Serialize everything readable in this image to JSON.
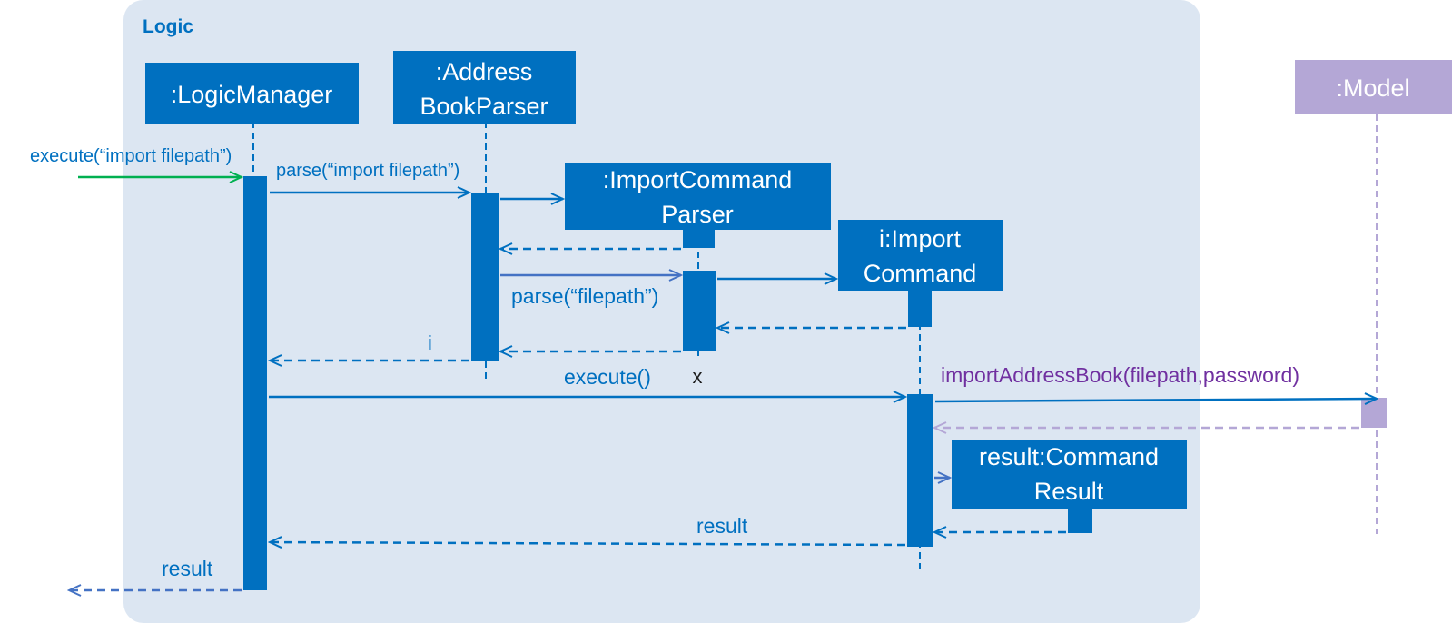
{
  "frame": {
    "title": "Logic"
  },
  "participants": {
    "logic_manager": {
      "label": ":LogicManager"
    },
    "address_book_parser": {
      "line1": ":Address",
      "line2": "BookParser"
    },
    "import_command_parser": {
      "line1": ":ImportCommand",
      "line2": "Parser"
    },
    "import_command": {
      "line1": "i:Import",
      "line2": "Command"
    },
    "command_result": {
      "line1": "result:Command",
      "line2": "Result"
    },
    "model": {
      "label": ":Model"
    }
  },
  "messages": {
    "execute_import": "execute(“import filepath”)",
    "parse_import": "parse(“import filepath”)",
    "parse_filepath": "parse(“filepath”)",
    "return_i": "i",
    "destroy_marker": "x",
    "execute_call": "execute()",
    "import_address_book": "importAddressBook(filepath,password)",
    "return_result_inner": "result",
    "return_result_outer": "result"
  },
  "colors": {
    "frame_bg": "#dce6f2",
    "primary": "#0070c0",
    "model": "#b4a7d6",
    "model_call": "#7030a0",
    "entry_arrow": "#00b050",
    "return": "#4472c4"
  }
}
